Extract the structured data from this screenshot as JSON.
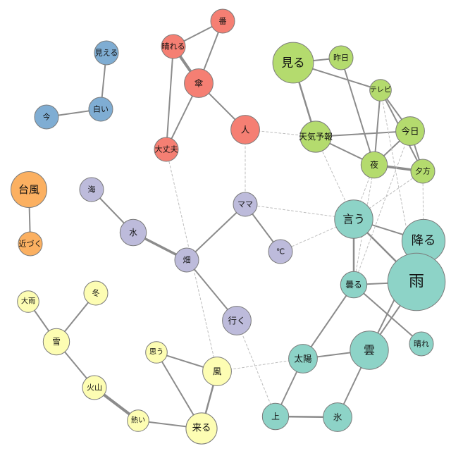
{
  "colors": {
    "blue": "#7fadd3",
    "red": "#f57f73",
    "green": "#b4db6e",
    "orange": "#fbb061",
    "purple": "#bdbbdb",
    "yellow": "#fdfdb3",
    "teal": "#8dd3c7"
  },
  "nodes": [
    {
      "id": "mieru",
      "label": "見える",
      "group": "blue",
      "size": 1
    },
    {
      "id": "shiroi",
      "label": "白い",
      "group": "blue",
      "size": 1
    },
    {
      "id": "ima",
      "label": "今",
      "group": "blue",
      "size": 1
    },
    {
      "id": "ban",
      "label": "番",
      "group": "red",
      "size": 1
    },
    {
      "id": "hareru_r",
      "label": "晴れる",
      "group": "red",
      "size": 1
    },
    {
      "id": "kasa",
      "label": "傘",
      "group": "red",
      "size": 1.2
    },
    {
      "id": "hito",
      "label": "人",
      "group": "red",
      "size": 1.2
    },
    {
      "id": "daijoubu",
      "label": "大丈夫",
      "group": "red",
      "size": 1
    },
    {
      "id": "miru",
      "label": "見る",
      "group": "green",
      "size": 1.7
    },
    {
      "id": "kinou",
      "label": "昨日",
      "group": "green",
      "size": 1
    },
    {
      "id": "terebi",
      "label": "テレビ",
      "group": "green",
      "size": 0.9
    },
    {
      "id": "kyou",
      "label": "今日",
      "group": "green",
      "size": 1.2
    },
    {
      "id": "tenkiyohou",
      "label": "天気予報",
      "group": "green",
      "size": 1.3
    },
    {
      "id": "yoru",
      "label": "夜",
      "group": "green",
      "size": 1.1
    },
    {
      "id": "yuugata",
      "label": "夕方",
      "group": "green",
      "size": 1
    },
    {
      "id": "taifuu",
      "label": "台風",
      "group": "orange",
      "size": 1.5
    },
    {
      "id": "chikazuku",
      "label": "近づく",
      "group": "orange",
      "size": 1
    },
    {
      "id": "umi",
      "label": "海",
      "group": "purple",
      "size": 1
    },
    {
      "id": "mizu",
      "label": "水",
      "group": "purple",
      "size": 1.1
    },
    {
      "id": "mama",
      "label": "ママ",
      "group": "purple",
      "size": 1
    },
    {
      "id": "hatake",
      "label": "畑",
      "group": "purple",
      "size": 1
    },
    {
      "id": "celsius",
      "label": "℃",
      "group": "purple",
      "size": 1
    },
    {
      "id": "iku",
      "label": "行く",
      "group": "purple",
      "size": 1.2
    },
    {
      "id": "ooame",
      "label": "大雨",
      "group": "yellow",
      "size": 0.9
    },
    {
      "id": "fuyu",
      "label": "冬",
      "group": "yellow",
      "size": 1
    },
    {
      "id": "yuki",
      "label": "雪",
      "group": "yellow",
      "size": 1.1
    },
    {
      "id": "kazan",
      "label": "火山",
      "group": "yellow",
      "size": 1
    },
    {
      "id": "atsui",
      "label": "熱い",
      "group": "yellow",
      "size": 0.9
    },
    {
      "id": "omou",
      "label": "思う",
      "group": "yellow",
      "size": 0.9
    },
    {
      "id": "kaze",
      "label": "風",
      "group": "yellow",
      "size": 1.2
    },
    {
      "id": "kuru",
      "label": "来る",
      "group": "yellow",
      "size": 1.3
    },
    {
      "id": "iu",
      "label": "言う",
      "group": "teal",
      "size": 1.6
    },
    {
      "id": "furu",
      "label": "降る",
      "group": "teal",
      "size": 1.8
    },
    {
      "id": "ame",
      "label": "雨",
      "group": "teal",
      "size": 2.4
    },
    {
      "id": "kumoru",
      "label": "曇る",
      "group": "teal",
      "size": 1.1
    },
    {
      "id": "hareru_t",
      "label": "晴れ",
      "group": "teal",
      "size": 1
    },
    {
      "id": "kumo",
      "label": "雲",
      "group": "teal",
      "size": 1.6
    },
    {
      "id": "taiyou",
      "label": "太陽",
      "group": "teal",
      "size": 1.2
    },
    {
      "id": "ue",
      "label": "上",
      "group": "teal",
      "size": 1.1
    },
    {
      "id": "koori",
      "label": "氷",
      "group": "teal",
      "size": 1.2
    }
  ],
  "edges": [
    {
      "source": "mieru",
      "target": "shiroi",
      "weight": 2
    },
    {
      "source": "shiroi",
      "target": "ima",
      "weight": 2
    },
    {
      "source": "ban",
      "target": "hareru_r",
      "weight": 2
    },
    {
      "source": "ban",
      "target": "kasa",
      "weight": 2
    },
    {
      "source": "hareru_r",
      "target": "kasa",
      "weight": 4
    },
    {
      "source": "hareru_r",
      "target": "daijoubu",
      "weight": 2
    },
    {
      "source": "kasa",
      "target": "daijoubu",
      "weight": 2
    },
    {
      "source": "kasa",
      "target": "hito",
      "weight": 2
    },
    {
      "source": "miru",
      "target": "kinou",
      "weight": 2
    },
    {
      "source": "miru",
      "target": "terebi",
      "weight": 2
    },
    {
      "source": "miru",
      "target": "tenkiyohou",
      "weight": 2.5
    },
    {
      "source": "kinou",
      "target": "yoru",
      "weight": 2
    },
    {
      "source": "terebi",
      "target": "yoru",
      "weight": 2
    },
    {
      "source": "terebi",
      "target": "kyou",
      "weight": 2
    },
    {
      "source": "terebi",
      "target": "yuugata",
      "weight": 2
    },
    {
      "source": "tenkiyohou",
      "target": "kyou",
      "weight": 2
    },
    {
      "source": "tenkiyohou",
      "target": "yoru",
      "weight": 2
    },
    {
      "source": "kyou",
      "target": "yoru",
      "weight": 2
    },
    {
      "source": "kyou",
      "target": "yuugata",
      "weight": 2
    },
    {
      "source": "yoru",
      "target": "yuugata",
      "weight": 3.5
    },
    {
      "source": "taifuu",
      "target": "chikazuku",
      "weight": 2
    },
    {
      "source": "umi",
      "target": "mizu",
      "weight": 2
    },
    {
      "source": "mizu",
      "target": "hatake",
      "weight": 3.5
    },
    {
      "source": "mama",
      "target": "hatake",
      "weight": 2
    },
    {
      "source": "mama",
      "target": "celsius",
      "weight": 2
    },
    {
      "source": "hatake",
      "target": "iku",
      "weight": 2
    },
    {
      "source": "ooame",
      "target": "yuki",
      "weight": 2
    },
    {
      "source": "fuyu",
      "target": "yuki",
      "weight": 2
    },
    {
      "source": "yuki",
      "target": "kazan",
      "weight": 2
    },
    {
      "source": "kazan",
      "target": "atsui",
      "weight": 4
    },
    {
      "source": "atsui",
      "target": "kuru",
      "weight": 2
    },
    {
      "source": "omou",
      "target": "kaze",
      "weight": 2
    },
    {
      "source": "omou",
      "target": "kuru",
      "weight": 2
    },
    {
      "source": "kaze",
      "target": "kuru",
      "weight": 2.5
    },
    {
      "source": "iu",
      "target": "furu",
      "weight": 2
    },
    {
      "source": "iu",
      "target": "ame",
      "weight": 2.5
    },
    {
      "source": "iu",
      "target": "kumoru",
      "weight": 2.5
    },
    {
      "source": "kumoru",
      "target": "ame",
      "weight": 2
    },
    {
      "source": "kumoru",
      "target": "hareru_t",
      "weight": 2
    },
    {
      "source": "kumoru",
      "target": "taiyou",
      "weight": 2
    },
    {
      "source": "furu",
      "target": "kumo",
      "weight": 2
    },
    {
      "source": "ame",
      "target": "kumo",
      "weight": 2
    },
    {
      "source": "taiyou",
      "target": "kumo",
      "weight": 2
    },
    {
      "source": "taiyou",
      "target": "ue",
      "weight": 2
    },
    {
      "source": "ue",
      "target": "koori",
      "weight": 2.5
    },
    {
      "source": "koori",
      "target": "kumo",
      "weight": 2
    },
    {
      "source": "hito",
      "target": "tenkiyohou",
      "dashed": true
    },
    {
      "source": "hito",
      "target": "mama",
      "dashed": true
    },
    {
      "source": "daijoubu",
      "target": "kaze",
      "dashed": true
    },
    {
      "source": "mama",
      "target": "iu",
      "dashed": true
    },
    {
      "source": "celsius",
      "target": "iu",
      "dashed": true
    },
    {
      "source": "tenkiyohou",
      "target": "iu",
      "dashed": true
    },
    {
      "source": "yoru",
      "target": "iu",
      "dashed": true
    },
    {
      "source": "yoru",
      "target": "kumoru",
      "dashed": true
    },
    {
      "source": "yuugata",
      "target": "iu",
      "dashed": true
    },
    {
      "source": "yuugata",
      "target": "furu",
      "dashed": true
    },
    {
      "source": "kyou",
      "target": "kumoru",
      "dashed": true
    },
    {
      "source": "terebi",
      "target": "ame",
      "dashed": true
    },
    {
      "source": "iku",
      "target": "ue",
      "dashed": true
    },
    {
      "source": "kaze",
      "target": "taiyou",
      "dashed": true
    }
  ]
}
